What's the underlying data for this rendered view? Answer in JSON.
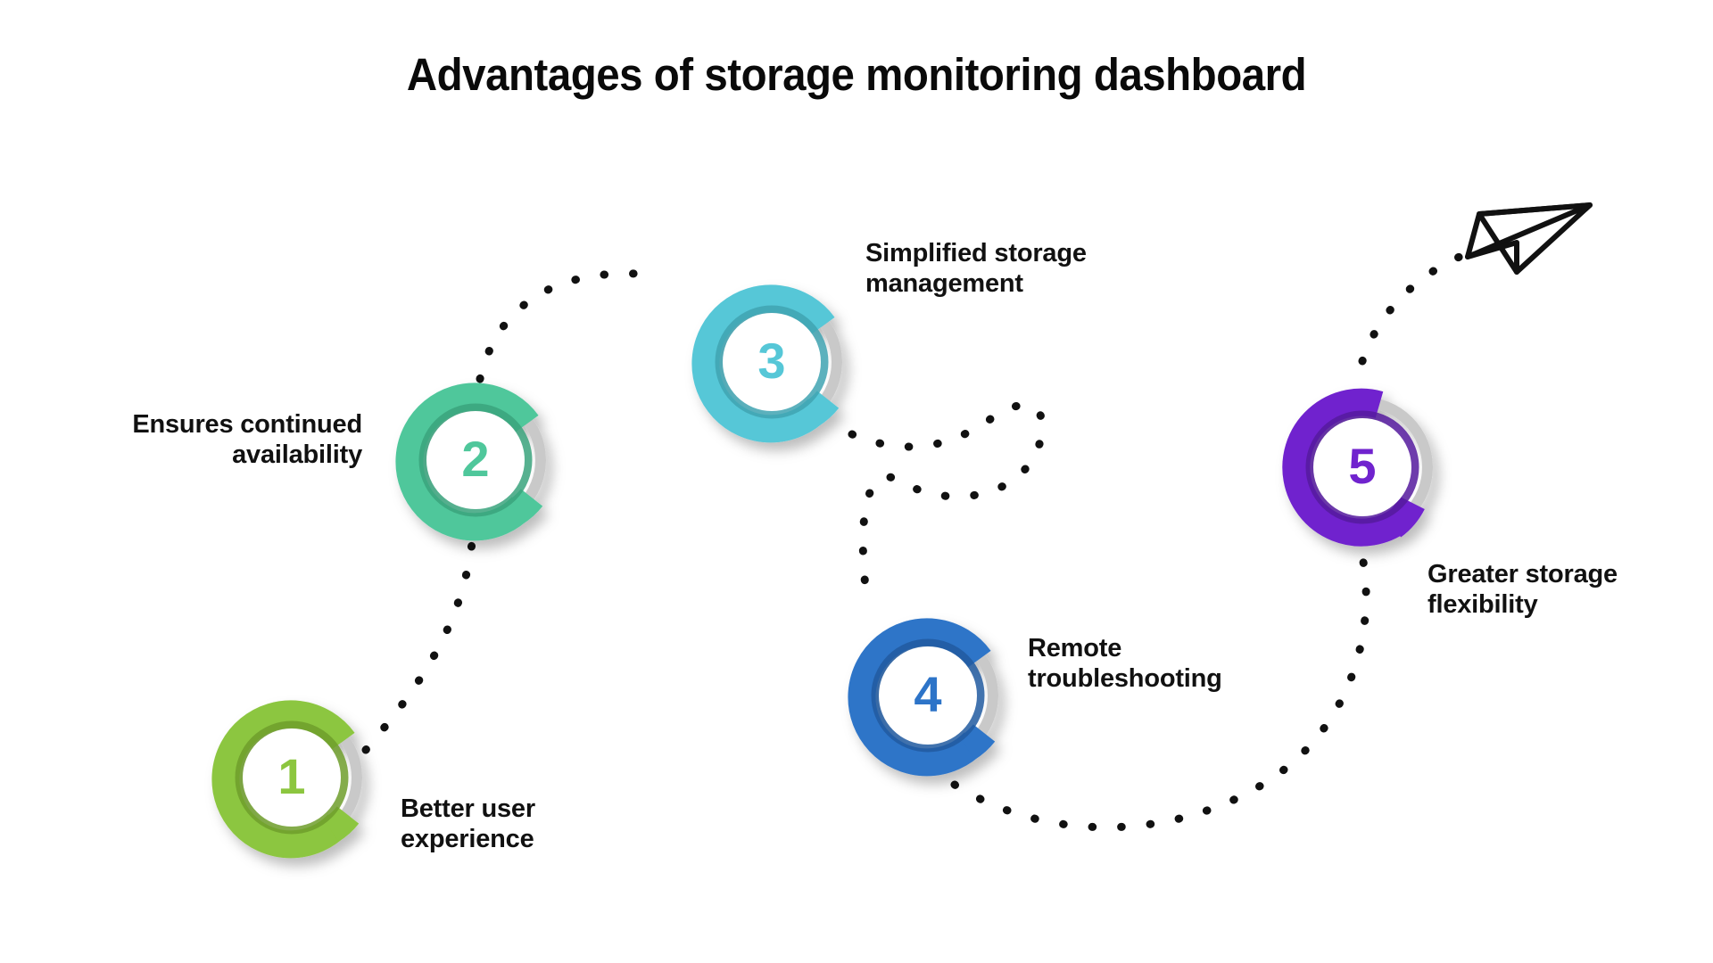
{
  "page": {
    "title": "Advantages of storage monitoring dashboard",
    "background_color": "#ffffff",
    "text_color": "#111111"
  },
  "decor": {
    "plane_icon": "paper-plane-icon",
    "path_style": "dotted",
    "path_color": "#111111",
    "gap_color": "#c9c9c9"
  },
  "nodes": [
    {
      "number": "1",
      "label": "Better user\nexperience",
      "color": "#8CC63F",
      "color_dark": "#6f9e2c",
      "align": "left"
    },
    {
      "number": "2",
      "label": "Ensures continued\navailability",
      "color": "#4FC79B",
      "color_dark": "#3aa37c",
      "align": "right"
    },
    {
      "number": "3",
      "label": "Simplified storage\nmanagement",
      "color": "#56C7D7",
      "color_dark": "#3fa3b2",
      "align": "left"
    },
    {
      "number": "4",
      "label": "Remote\ntroubleshooting",
      "color": "#2D74C8",
      "color_dark": "#215ba0",
      "align": "left"
    },
    {
      "number": "5",
      "label": "Greater storage\nflexibility",
      "color": "#7023CE",
      "color_dark": "#551a9e",
      "align": "left"
    }
  ]
}
